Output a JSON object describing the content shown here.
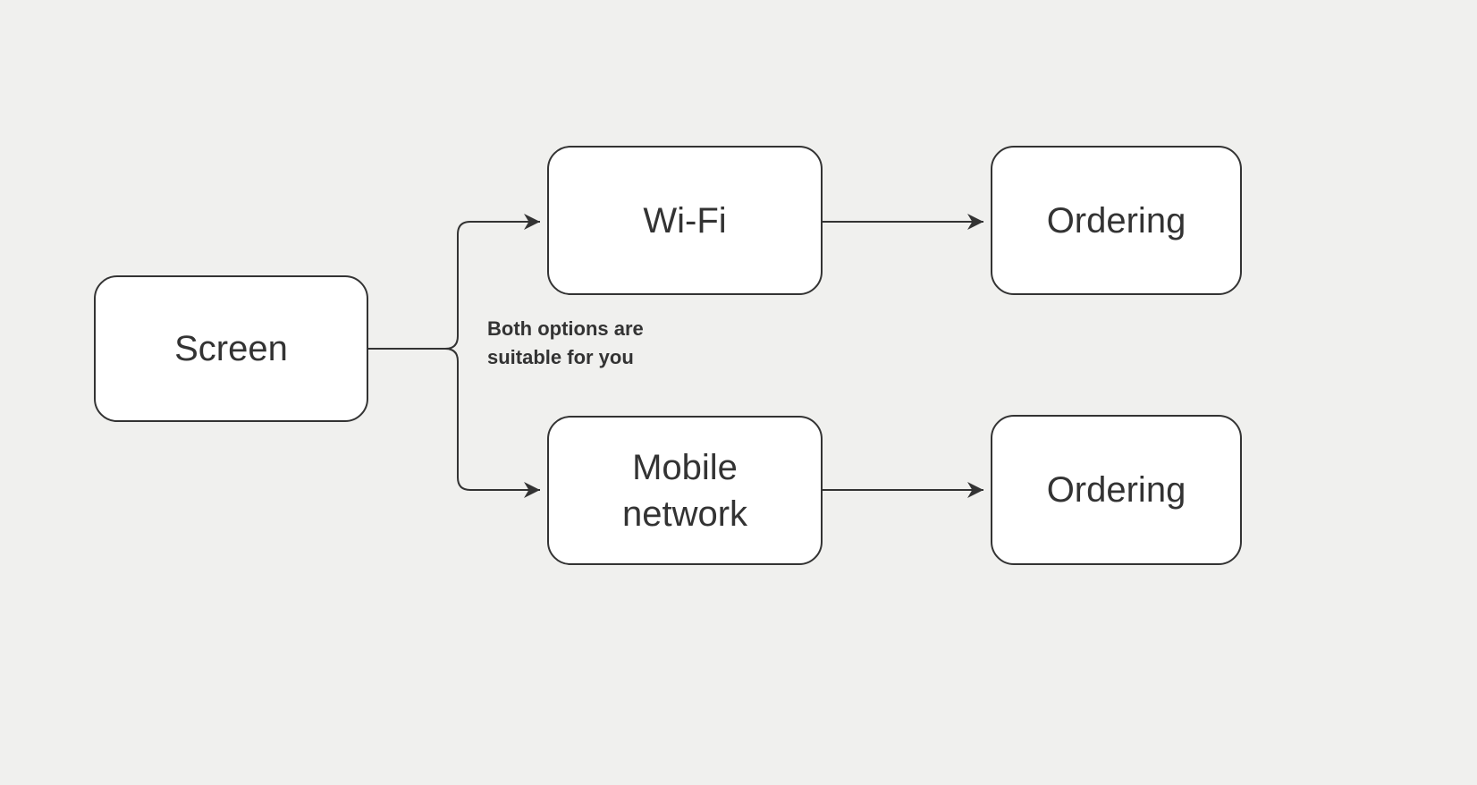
{
  "diagram": {
    "type": "flowchart",
    "direction": "left-to-right",
    "background_color": "#f0f0ee",
    "node_fill_color": "#ffffff",
    "node_border_color": "#333333",
    "edge_color": "#333333",
    "text_color": "#333333",
    "nodes": {
      "screen": {
        "label": "Screen"
      },
      "wifi": {
        "label": "Wi-Fi"
      },
      "mobile_network": {
        "label": "Mobile network"
      },
      "ordering_top": {
        "label": "Ordering"
      },
      "ordering_bottom": {
        "label": "Ordering"
      }
    },
    "edges": [
      {
        "from": "Screen",
        "to": "Wi-Fi"
      },
      {
        "from": "Screen",
        "to": "Mobile network"
      },
      {
        "from": "Wi-Fi",
        "to": "Ordering"
      },
      {
        "from": "Mobile network",
        "to": "Ordering"
      }
    ],
    "branch_label": "Both options are suitable for you"
  }
}
